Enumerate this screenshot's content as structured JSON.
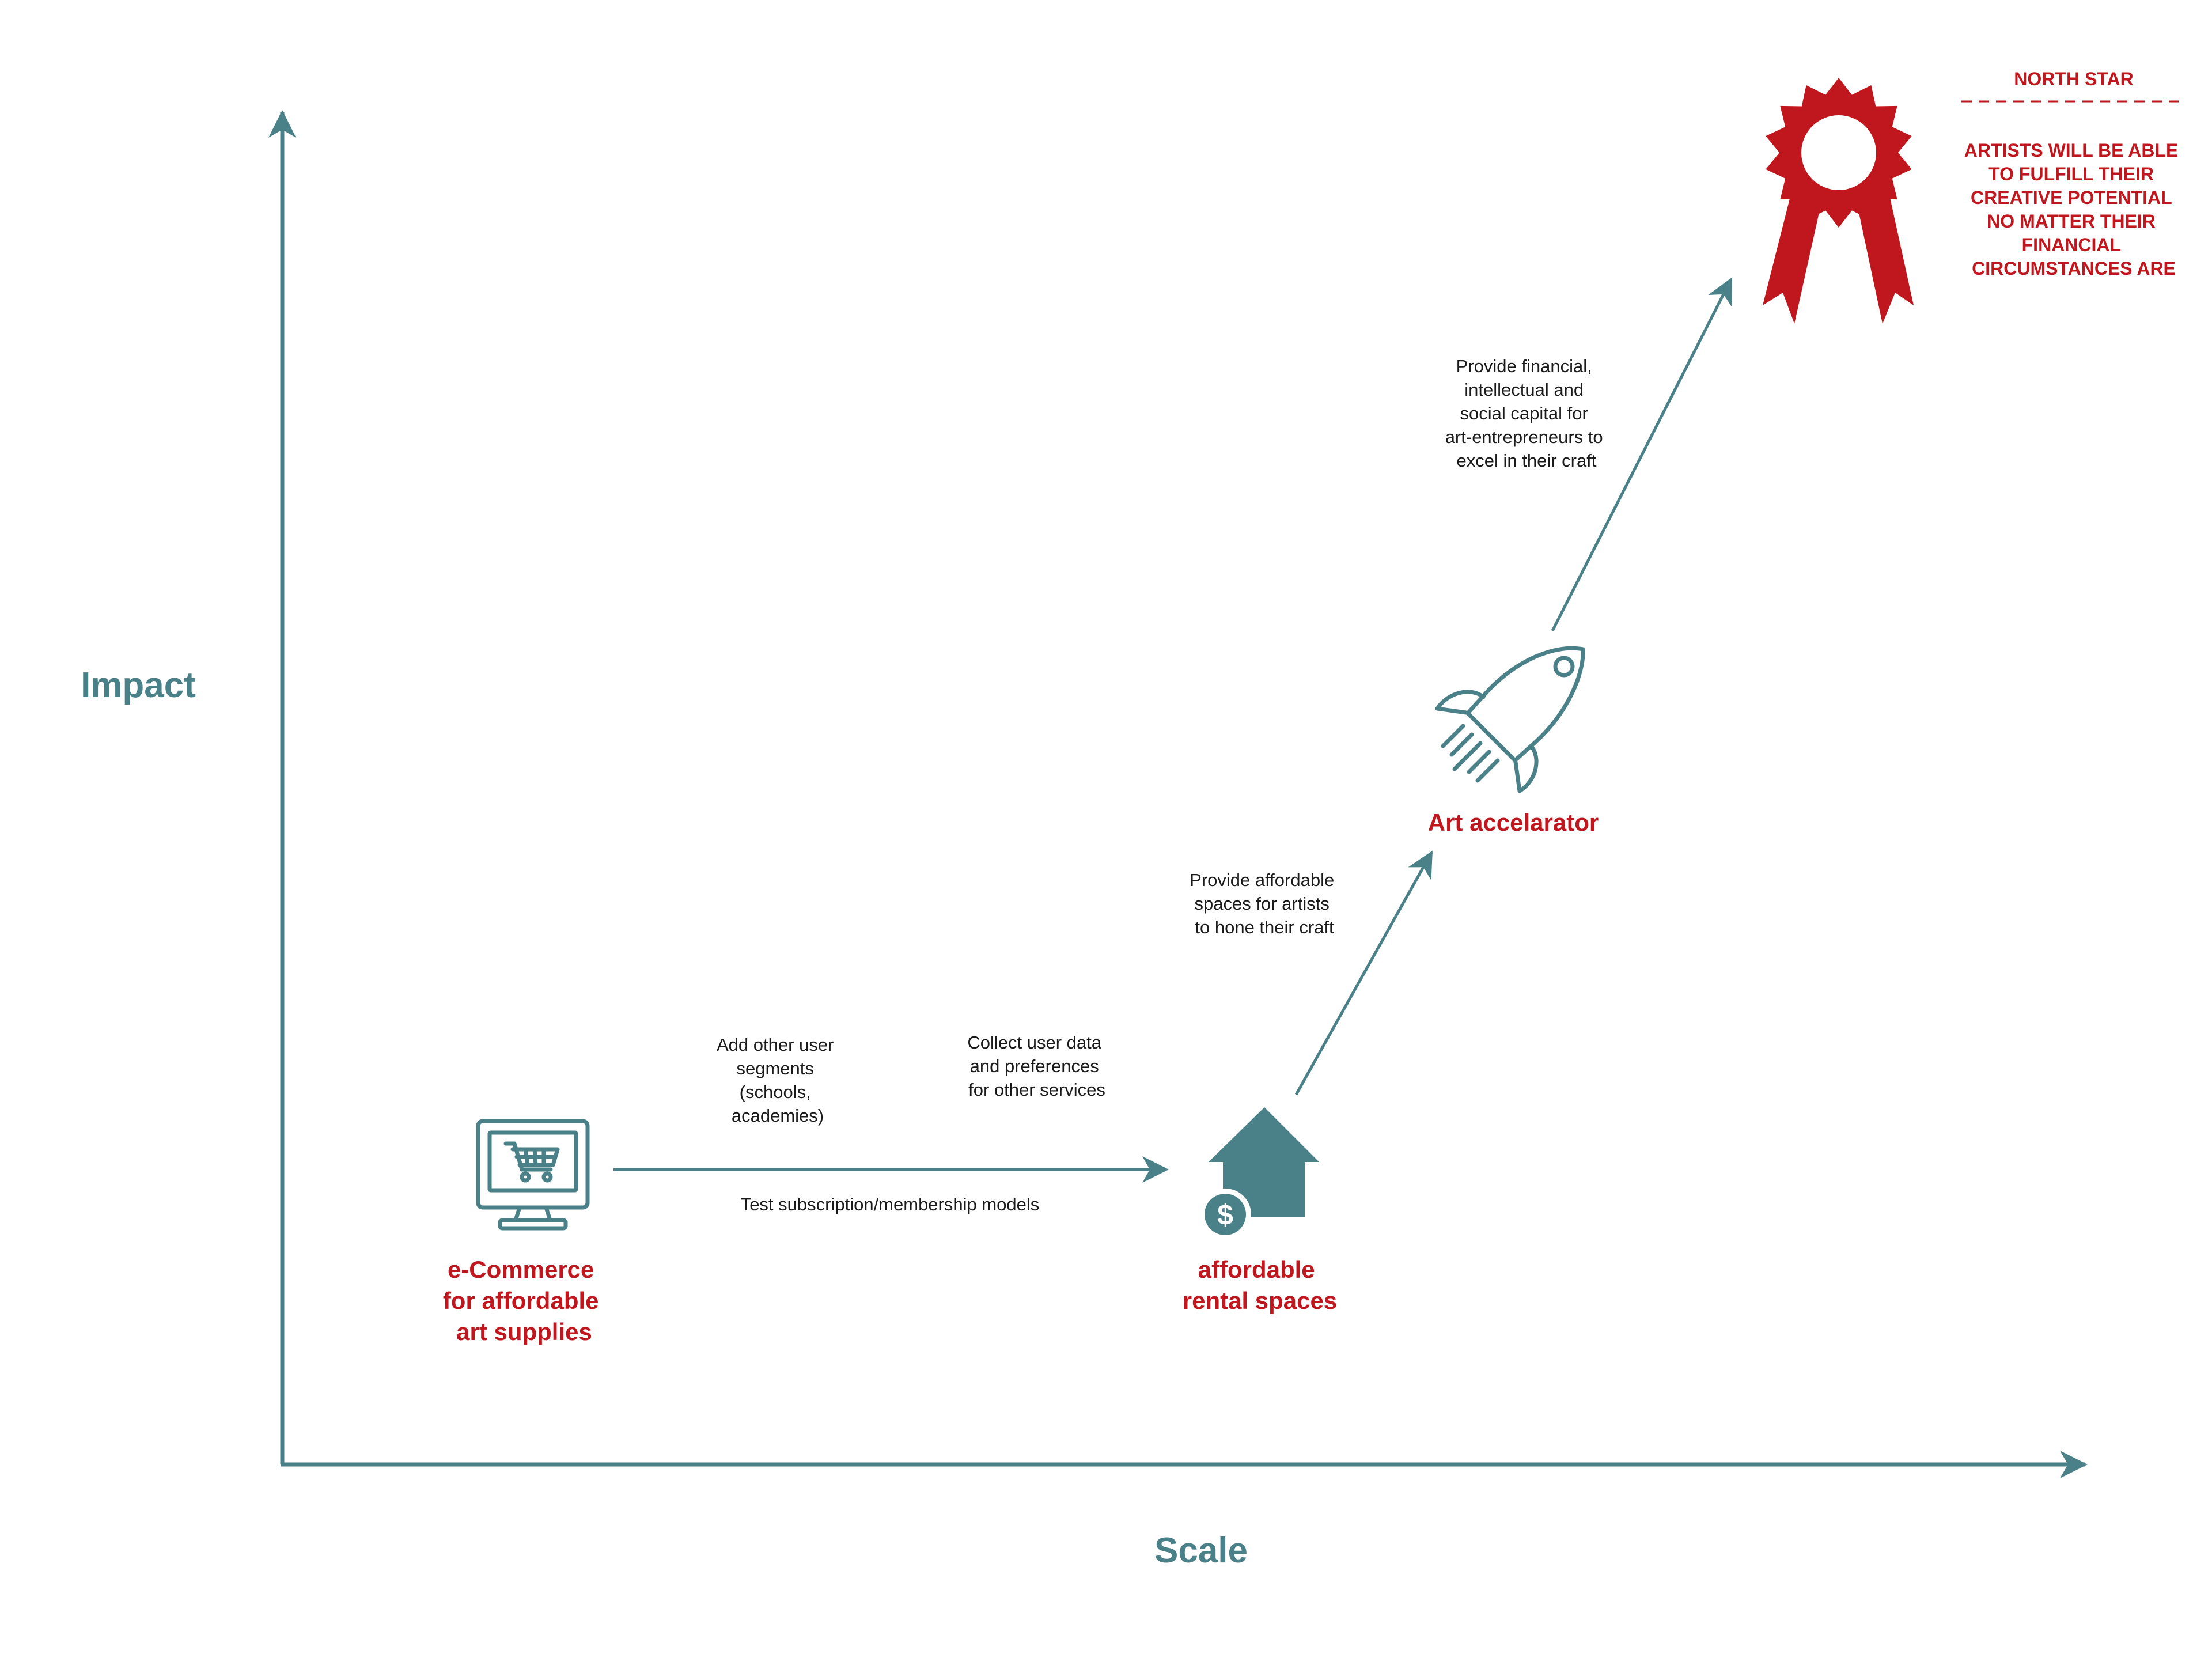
{
  "colors": {
    "teal": "#4a8087",
    "red": "#c0161d",
    "text": "#1a1a1a",
    "background": "#ffffff"
  },
  "axes": {
    "y_label": "Impact",
    "x_label": "Scale"
  },
  "stages": [
    {
      "icon": "computer-cart-icon",
      "label_lines": [
        "e-Commerce",
        "for affordable",
        "art supplies"
      ]
    },
    {
      "icon": "house-dollar-icon",
      "label_lines": [
        "affordable",
        "rental spaces"
      ]
    },
    {
      "icon": "rocket-icon",
      "label_lines": [
        "Art accelarator"
      ]
    }
  ],
  "notes": {
    "segments": [
      "Add other user",
      "segments",
      "(schools,",
      "academies)"
    ],
    "collect": [
      "Collect user data",
      "and preferences",
      "for other services"
    ],
    "subscription": [
      "Test subscription/membership models"
    ],
    "spaces": [
      "Provide affordable",
      "spaces for artists",
      "to hone their craft"
    ],
    "capital": [
      "Provide financial,",
      "intellectual and",
      "social capital for",
      "art-entrepreneurs to",
      "excel in their craft"
    ]
  },
  "north_star": {
    "icon": "award-ribbon-icon",
    "heading": "NORTH STAR",
    "lines": [
      "ARTISTS WILL BE ABLE",
      "TO FULFILL THEIR",
      "CREATIVE POTENTIAL",
      "NO MATTER THEIR",
      "FINANCIAL",
      "CIRCUMSTANCES ARE"
    ]
  }
}
